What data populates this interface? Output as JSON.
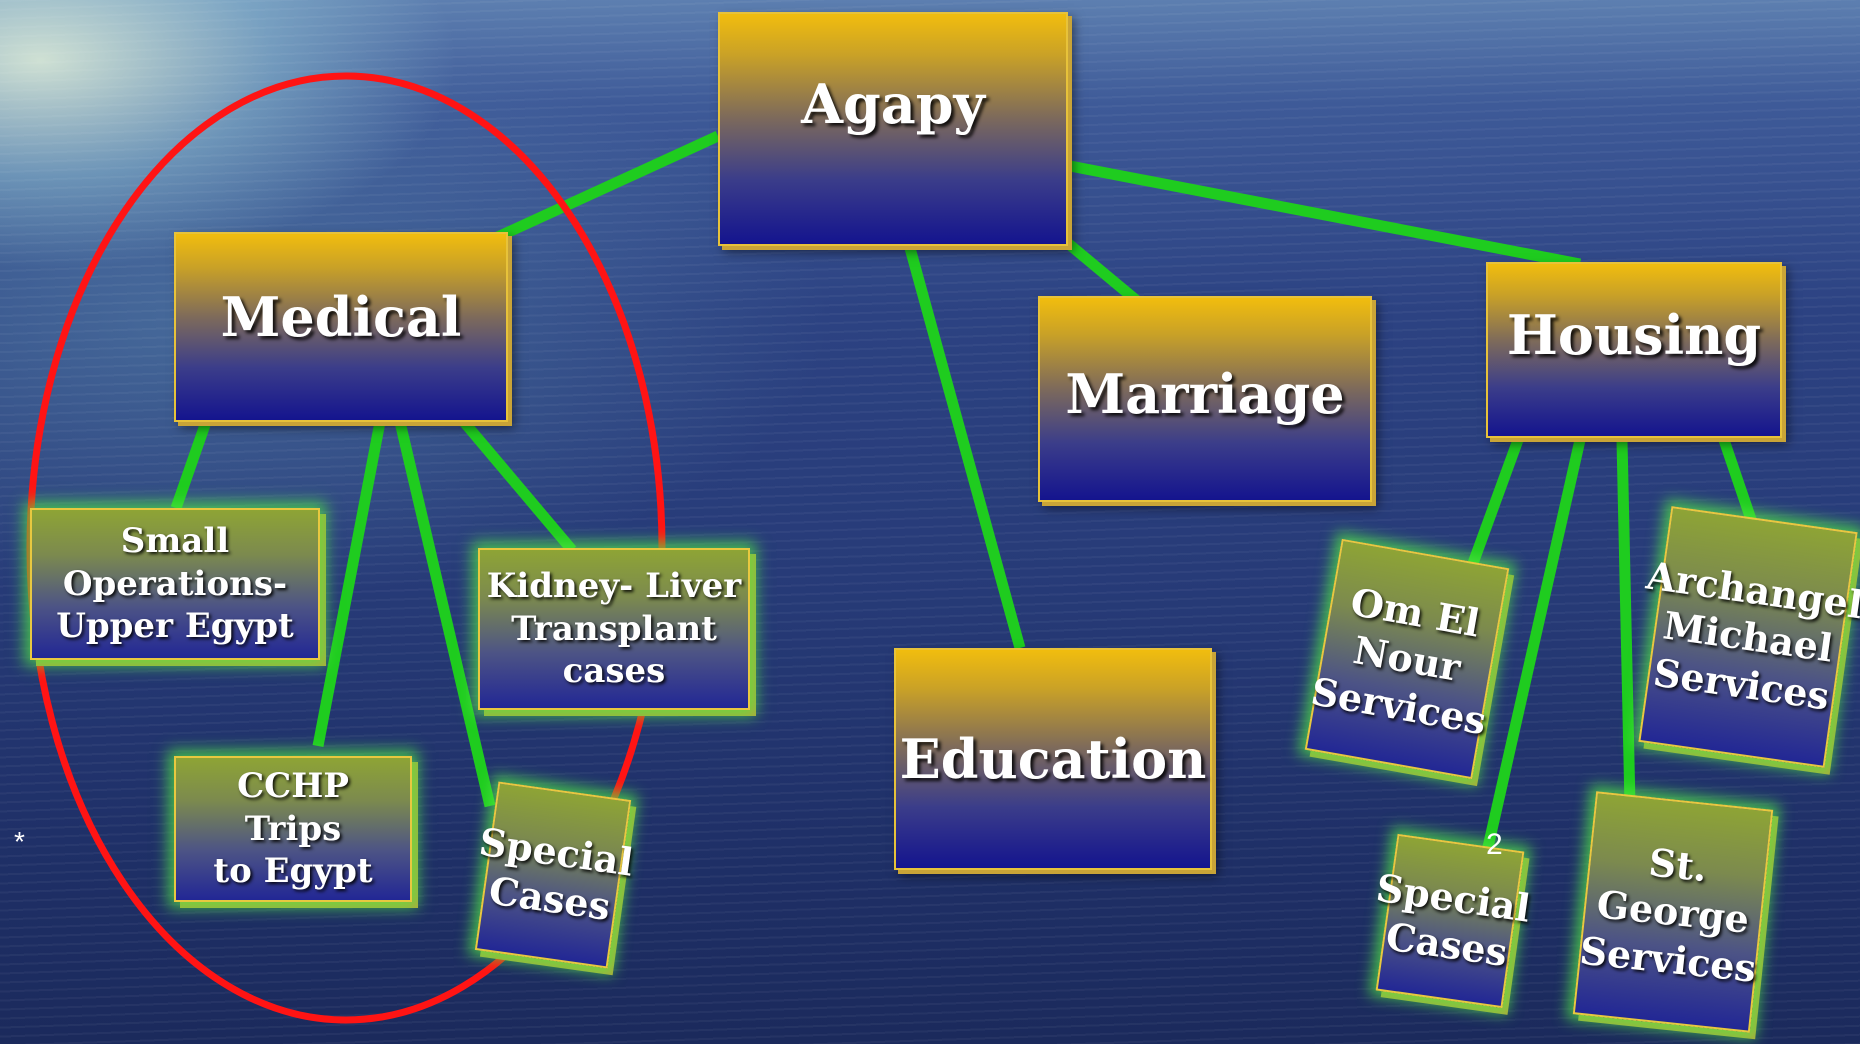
{
  "root": {
    "label": "Agapy"
  },
  "categories": {
    "medical": {
      "label": "Medical",
      "children": {
        "small_operations": "Small\nOperations-\nUpper Egypt",
        "kidney_liver": "Kidney- Liver\nTransplant\ncases",
        "cchp_trips": "CCHP\nTrips\nto Egypt",
        "special_cases": "Special\nCases"
      }
    },
    "education": {
      "label": "Education"
    },
    "marriage": {
      "label": "Marriage"
    },
    "housing": {
      "label": "Housing",
      "children": {
        "om_el_nour": "Om El\nNour\nServices",
        "archangel_michael": "Archangel\nMichael\nServices",
        "special_cases": "Special\nCases",
        "st_george": "St.\nGeorge\nServices"
      }
    }
  },
  "footer": {
    "marker": "*",
    "page_number": "2"
  },
  "colors": {
    "connector": "#1fcc1f",
    "highlight_ellipse": "#ff1414",
    "box_border": "#e7c23a"
  }
}
